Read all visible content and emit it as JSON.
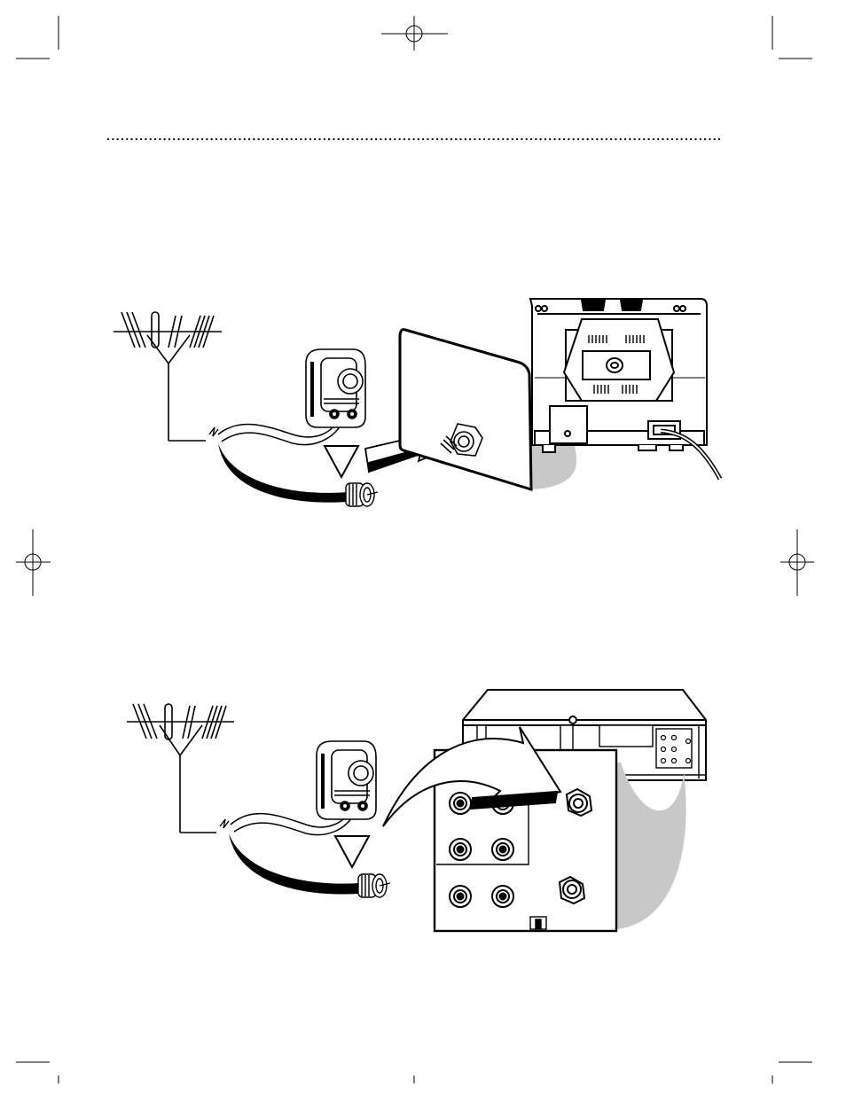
{
  "page": {
    "background": "#ffffff",
    "ink_color": "#000000",
    "shadow_color": "#c8c8c8"
  },
  "header": {
    "rule_style": "dotted"
  },
  "figures": [
    {
      "id": "antenna-to-tv",
      "items": [
        "antenna-icon",
        "matching-transformer-icon",
        "coaxial-cable",
        "down-triangle-marker",
        "connection-arrow-icon",
        "tv-rear-panel-closeup",
        "tv-set-rear-view"
      ]
    },
    {
      "id": "antenna-to-vcr",
      "items": [
        "antenna-icon",
        "matching-transformer-icon",
        "coaxial-cable",
        "down-triangle-marker",
        "connection-arrow-icon",
        "vcr-rear-panel-closeup",
        "vcr-unit"
      ]
    }
  ]
}
